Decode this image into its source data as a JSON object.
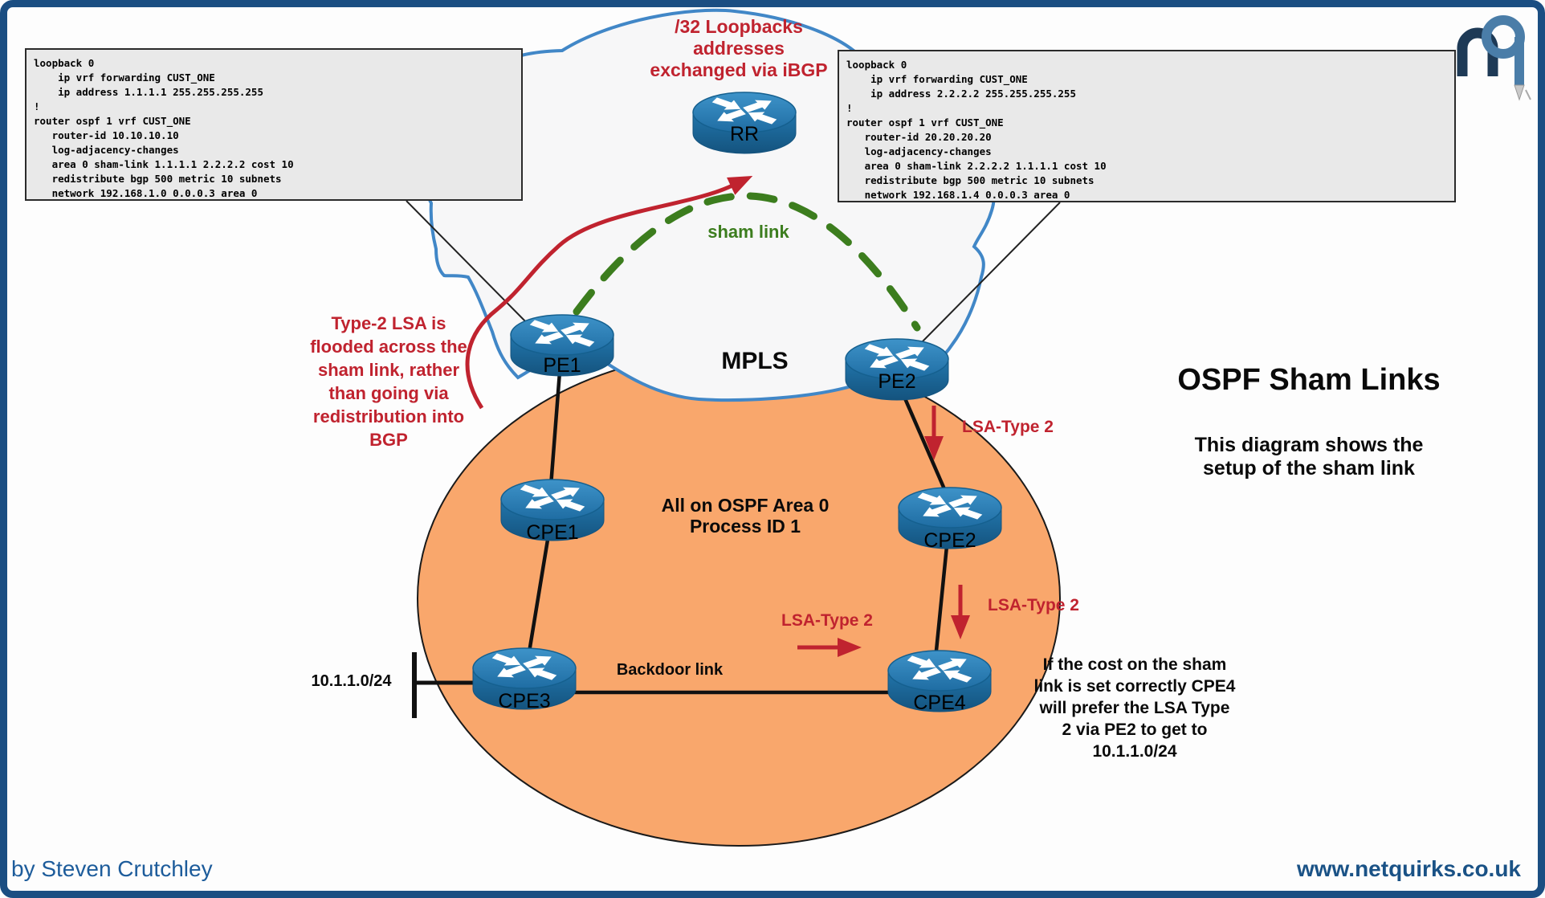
{
  "title": {
    "heading": "OSPF Sham Links",
    "subtitle": [
      "This diagram shows the",
      "setup of the sham link"
    ]
  },
  "footer": {
    "author": "by Steven Crutchley",
    "website": "www.netquirks.co.uk"
  },
  "cloud": {
    "label": "MPLS"
  },
  "area": {
    "label": [
      "All on OSPF Area 0",
      "Process ID 1"
    ]
  },
  "nodes": {
    "rr": "RR",
    "pe1": "PE1",
    "pe2": "PE2",
    "cpe1": "CPE1",
    "cpe2": "CPE2",
    "cpe3": "CPE3",
    "cpe4": "CPE4"
  },
  "links": {
    "sham": "sham link",
    "backdoor": "Backdoor link",
    "lan_subnet": "10.1.1.0/24",
    "lsa_type2": "LSA-Type 2"
  },
  "notes": {
    "loopbacks": [
      "/32 Loopbacks",
      "addresses",
      "exchanged via iBGP"
    ],
    "type2_flood": [
      "Type-2 LSA is",
      "flooded across the",
      "sham link, rather",
      "than going via",
      "redistribution into",
      "BGP"
    ],
    "sham_cost": [
      "If the cost on the sham",
      "link is set correctly CPE4",
      "will prefer the LSA Type",
      "2 via PE2 to get to",
      "10.1.1.0/24"
    ]
  },
  "configs": {
    "pe1": [
      "loopback 0",
      "    ip vrf forwarding CUST_ONE",
      "    ip address 1.1.1.1 255.255.255.255",
      "!",
      "router ospf 1 vrf CUST_ONE",
      "   router-id 10.10.10.10",
      "   log-adjacency-changes",
      "   area 0 sham-link 1.1.1.1 2.2.2.2 cost 10",
      "   redistribute bgp 500 metric 10 subnets",
      "   network 192.168.1.0 0.0.0.3 area 0"
    ],
    "pe2": [
      "loopback 0",
      "    ip vrf forwarding CUST_ONE",
      "    ip address 2.2.2.2 255.255.255.255",
      "!",
      "router ospf 1 vrf CUST_ONE",
      "   router-id 20.20.20.20",
      "   log-adjacency-changes",
      "   area 0 sham-link 2.2.2.2 1.1.1.1 cost 10",
      "   redistribute bgp 500 metric 10 subnets",
      "   network 192.168.1.4 0.0.0.3 area 0"
    ]
  },
  "colors": {
    "border_navy": "#1b4e82",
    "annotation_red": "#c0232f",
    "sham_green": "#3c7d1e",
    "area_orange": "#f9a76c",
    "cloud_stroke": "#4187c7",
    "router_blue": "#2d81b8",
    "config_bg": "#e9e9e9",
    "footer_blue": "#1d5c9b"
  }
}
